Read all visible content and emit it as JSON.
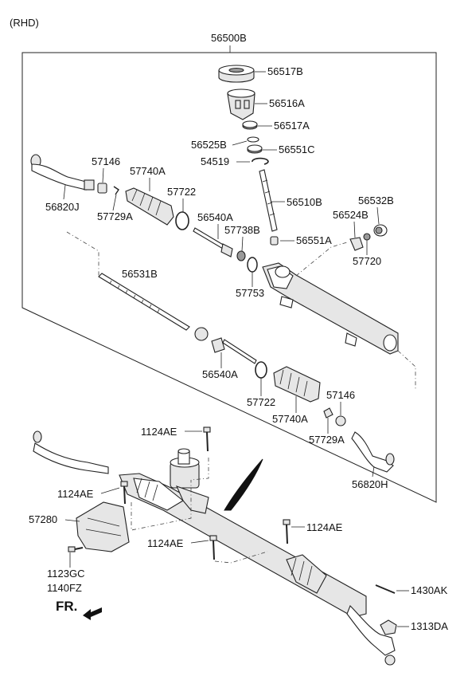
{
  "header": {
    "variant": "(RHD)"
  },
  "labels": {
    "assembly": "56500B",
    "l56517B": "56517B",
    "l56516A": "56516A",
    "l56517A": "56517A",
    "l56525B": "56525B",
    "l56551C": "56551C",
    "l54519": "54519",
    "l56510B": "56510B",
    "l57146a": "57146",
    "l57740Aa": "57740A",
    "l56820J": "56820J",
    "l57729Aa": "57729A",
    "l57722a": "57722",
    "l56540Aa": "56540A",
    "l57738B": "57738B",
    "l56551A": "56551A",
    "l56524B": "56524B",
    "l56532B": "56532B",
    "l57720": "57720",
    "l57753": "57753",
    "l56531B": "56531B",
    "l56540Ab": "56540A",
    "l57722b": "57722",
    "l57740Ab": "57740A",
    "l57146b": "57146",
    "l57729Ab": "57729A",
    "l56820H": "56820H",
    "l1124AEa": "1124AE",
    "l1124AEb": "1124AE",
    "l1124AEc": "1124AE",
    "l1124AEd": "1124AE",
    "l57280": "57280",
    "l1123GC": "1123GC",
    "l1140FZ": "1140FZ",
    "l1430AK": "1430AK",
    "l1313DA": "1313DA",
    "fr": "FR."
  },
  "icons": {
    "arrow": "fr-arrow-icon"
  }
}
